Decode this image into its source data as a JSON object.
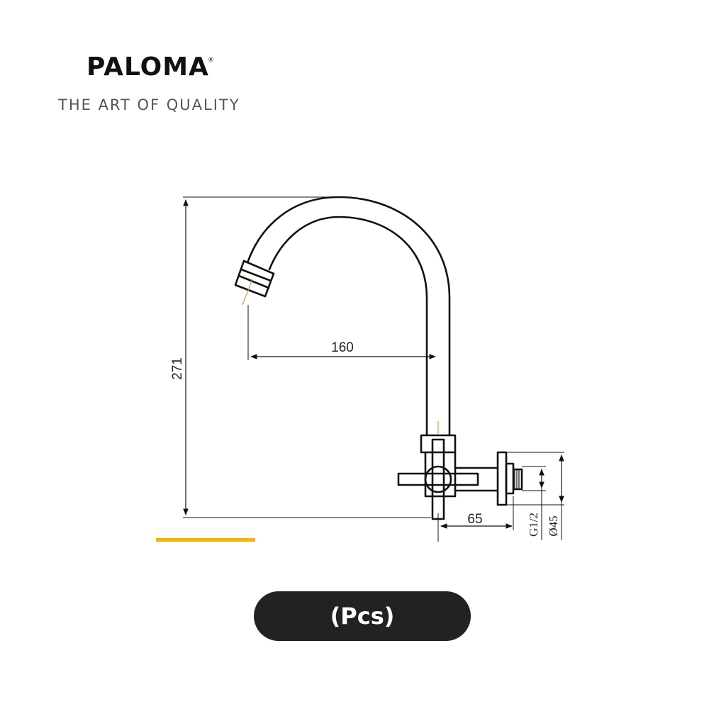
{
  "brand": {
    "name": "PALOMA",
    "registered": "®",
    "tagline": "THE ART OF QUALITY"
  },
  "diagram": {
    "dimensions": {
      "height": "271",
      "reach": "160",
      "projection": "65",
      "thread": "G1/2",
      "flange_diameter": "Ø45"
    }
  },
  "unit_badge": {
    "label": "(Pcs)"
  },
  "colors": {
    "accent": "#f5b400",
    "badge_bg": "#222222",
    "line": "#111111"
  }
}
